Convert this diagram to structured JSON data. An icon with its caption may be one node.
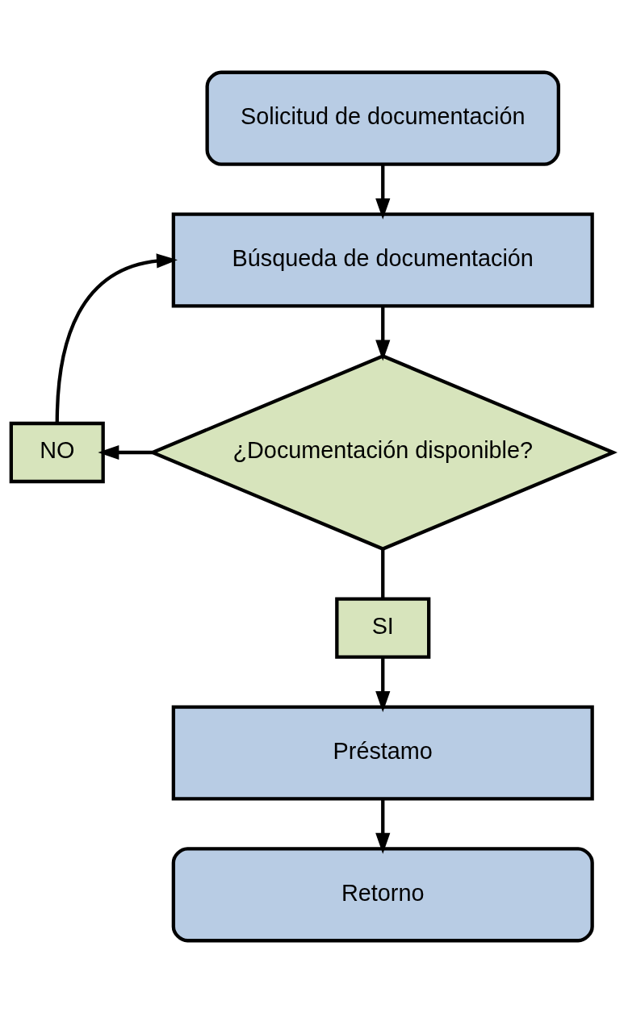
{
  "diagram": {
    "nodes": [
      {
        "text": [
          "Solicitud de documentación"
        ]
      },
      {
        "text": [
          "Búsqueda de documentación"
        ]
      },
      {
        "text": [
          "¿Documentación disponible?"
        ]
      },
      {
        "text": [
          "NO"
        ]
      },
      {
        "text": [
          "SI"
        ]
      },
      {
        "text": [
          "Préstamo"
        ]
      },
      {
        "text": [
          "Retorno"
        ]
      }
    ],
    "edges": [
      {
        "from": 0,
        "to": 1,
        "arrow": "to"
      },
      {
        "from": 1,
        "to": 2,
        "arrow": "to"
      },
      {
        "from": 2,
        "to": 3,
        "arrow": "to"
      },
      {
        "from": 3,
        "to": 1,
        "arrow": "to"
      },
      {
        "from": 2,
        "to": 4,
        "arrow": "none"
      },
      {
        "from": 4,
        "to": 5,
        "arrow": "to"
      },
      {
        "from": 5,
        "to": 6,
        "arrow": "to"
      }
    ]
  }
}
